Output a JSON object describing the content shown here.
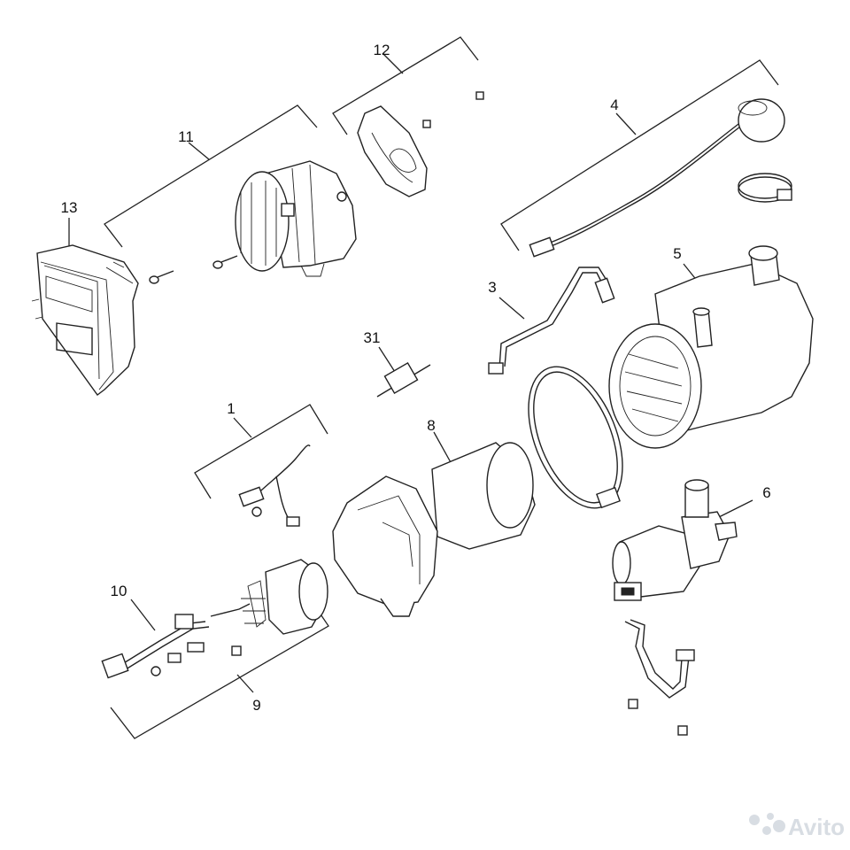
{
  "callouts": {
    "c1": "1",
    "c3": "3",
    "c4": "4",
    "c5": "5",
    "c6": "6",
    "c8": "8",
    "c9": "9",
    "c10": "10",
    "c11": "11",
    "c12": "12",
    "c13": "13",
    "c31": "31"
  },
  "watermark": {
    "text": "Avito"
  }
}
